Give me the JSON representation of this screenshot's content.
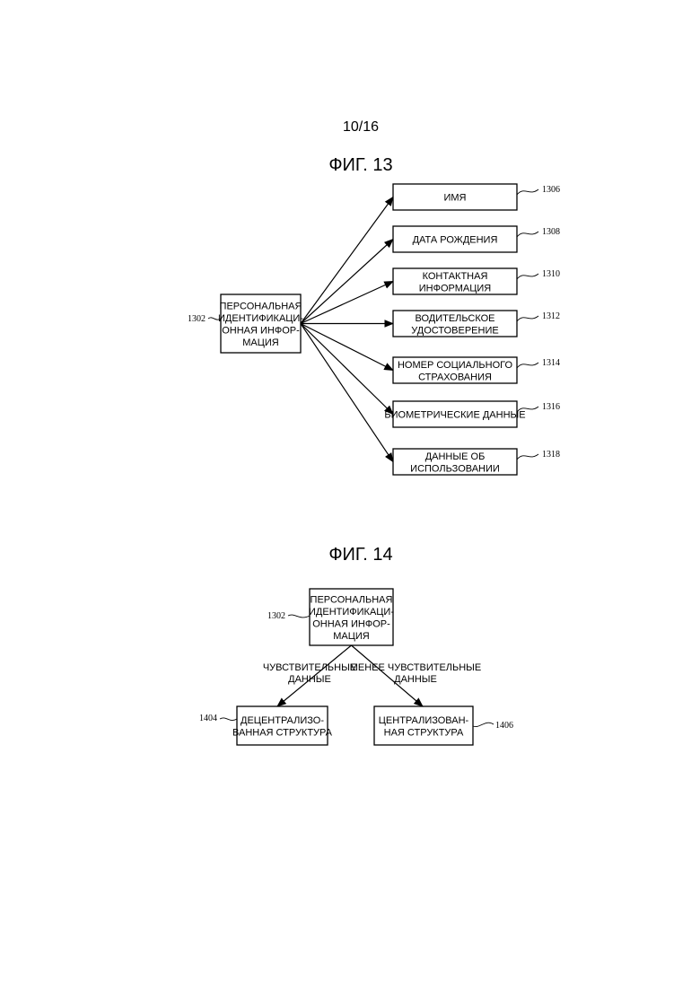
{
  "page_number": "10/16",
  "fig13": {
    "title": "ФИГ. 13",
    "source": {
      "lines": [
        "ПЕРСОНАЛЬНАЯ",
        "ИДЕНТИФИКАЦИ-",
        "ОННАЯ ИНФОР-",
        "МАЦИЯ"
      ],
      "ref": "1302"
    },
    "targets": [
      {
        "lines": [
          "ИМЯ"
        ],
        "ref": "1306"
      },
      {
        "lines": [
          "ДАТА РОЖДЕНИЯ"
        ],
        "ref": "1308"
      },
      {
        "lines": [
          "КОНТАКТНАЯ",
          "ИНФОРМАЦИЯ"
        ],
        "ref": "1310"
      },
      {
        "lines": [
          "ВОДИТЕЛЬСКОЕ",
          "УДОСТОВЕРЕНИЕ"
        ],
        "ref": "1312"
      },
      {
        "lines": [
          "НОМЕР СОЦИАЛЬНОГО",
          "СТРАХОВАНИЯ"
        ],
        "ref": "1314"
      },
      {
        "lines": [
          "БИОМЕТРИЧЕСКИЕ ДАННЫЕ"
        ],
        "ref": "1316"
      },
      {
        "lines": [
          "ДАННЫЕ ОБ",
          "ИСПОЛЬЗОВАНИИ"
        ],
        "ref": "1318"
      }
    ]
  },
  "fig14": {
    "title": "ФИГ. 14",
    "source": {
      "lines": [
        "ПЕРСОНАЛЬНАЯ",
        "ИДЕНТИФИКАЦИ-",
        "ОННАЯ ИНФОР-",
        "МАЦИЯ"
      ],
      "ref": "1302"
    },
    "left": {
      "lines": [
        "ДЕЦЕНТРАЛИЗО-",
        "ВАННАЯ СТРУКТУРА"
      ],
      "ref": "1404",
      "edge_label": [
        "ЧУВСТВИТЕЛЬНЫЕ",
        "ДАННЫЕ"
      ]
    },
    "right": {
      "lines": [
        "ЦЕНТРАЛИЗОВАН-",
        "НАЯ СТРУКТУРА"
      ],
      "ref": "1406",
      "edge_label": [
        "МЕНЕЕ ЧУВСТВИТЕЛЬНЫЕ",
        "ДАННЫЕ"
      ]
    }
  }
}
